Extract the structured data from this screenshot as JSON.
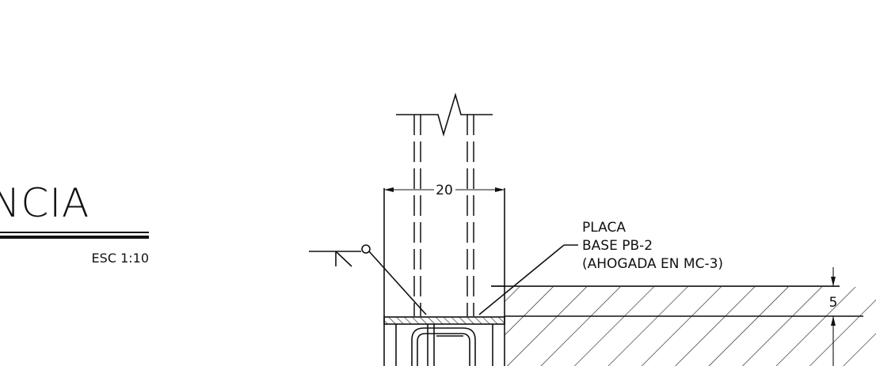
{
  "title": "NCIA",
  "scale": "ESC 1:10",
  "note": {
    "line1": "PLACA",
    "line2": "BASE PB-2",
    "line3": "(AHOGADA EN MC-3)"
  },
  "dimensions": {
    "column_width": "20",
    "plate_offset": "5"
  }
}
